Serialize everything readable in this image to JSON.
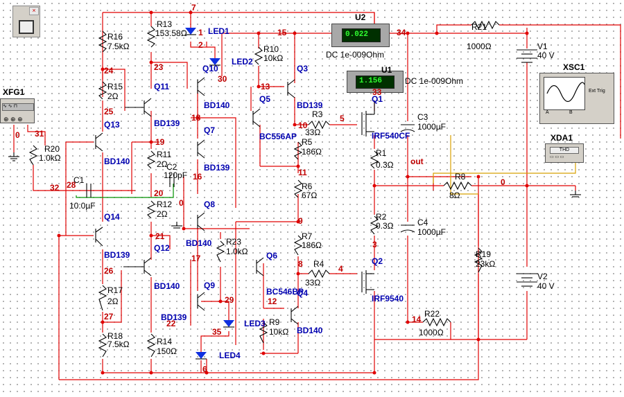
{
  "instruments": {
    "u2_reading": "0.022",
    "u1_reading": "1.156",
    "ext_trig": "Ext Trig",
    "channel_a": "A",
    "channel_b": "B",
    "thd": "THD"
  },
  "labels": [
    {
      "id": "xfg1",
      "text": "XFG1",
      "style": "lbl",
      "bold": true
    },
    {
      "id": "u2",
      "text": "U2",
      "style": "lbl",
      "bold": true
    },
    {
      "id": "u2_dc",
      "text": "DC  1e-009Ohm",
      "style": "lbl"
    },
    {
      "id": "u1",
      "text": "U1",
      "style": "lbl",
      "bold": true
    },
    {
      "id": "u1_dc",
      "text": "DC  1e-009Ohm",
      "style": "lbl"
    },
    {
      "id": "xsc1",
      "text": "XSC1",
      "style": "lbl",
      "bold": true
    },
    {
      "id": "xda1",
      "text": "XDA1",
      "style": "lbl",
      "bold": true
    },
    {
      "id": "r16",
      "text": "R16",
      "style": "lbl"
    },
    {
      "id": "r16v",
      "text": "7.5kΩ",
      "style": "lbl"
    },
    {
      "id": "r15",
      "text": "R15",
      "style": "lbl"
    },
    {
      "id": "r15v",
      "text": "2Ω",
      "style": "lbl"
    },
    {
      "id": "r13",
      "text": "R13",
      "style": "lbl"
    },
    {
      "id": "r13v",
      "text": "153.58Ω",
      "style": "lbl"
    },
    {
      "id": "r10",
      "text": "R10",
      "style": "lbl"
    },
    {
      "id": "r10v",
      "text": "10kΩ",
      "style": "lbl"
    },
    {
      "id": "r21",
      "text": "R21",
      "style": "lbl"
    },
    {
      "id": "r21v",
      "text": "1000Ω",
      "style": "lbl"
    },
    {
      "id": "v1",
      "text": "V1",
      "style": "lbl"
    },
    {
      "id": "v1v",
      "text": "40 V",
      "style": "lbl"
    },
    {
      "id": "r20",
      "text": "R20",
      "style": "lbl"
    },
    {
      "id": "r20v",
      "text": "1.0kΩ",
      "style": "lbl"
    },
    {
      "id": "c1",
      "text": "C1",
      "style": "lbl"
    },
    {
      "id": "c1v",
      "text": "10.0µF",
      "style": "lbl"
    },
    {
      "id": "r11",
      "text": "R11",
      "style": "lbl"
    },
    {
      "id": "r11v",
      "text": "2Ω",
      "style": "lbl"
    },
    {
      "id": "c2",
      "text": "C2",
      "style": "lbl"
    },
    {
      "id": "c2v",
      "text": "120pF",
      "style": "lbl"
    },
    {
      "id": "r12",
      "text": "R12",
      "style": "lbl"
    },
    {
      "id": "r12v",
      "text": "2Ω",
      "style": "lbl"
    },
    {
      "id": "r3",
      "text": "R3",
      "style": "lbl"
    },
    {
      "id": "r3v",
      "text": "33Ω",
      "style": "lbl"
    },
    {
      "id": "r5",
      "text": "R5",
      "style": "lbl"
    },
    {
      "id": "r5v",
      "text": "186Ω",
      "style": "lbl"
    },
    {
      "id": "r6",
      "text": "R6",
      "style": "lbl"
    },
    {
      "id": "r6v",
      "text": "67Ω",
      "style": "lbl"
    },
    {
      "id": "r7",
      "text": "R7",
      "style": "lbl"
    },
    {
      "id": "r7v",
      "text": "186Ω",
      "style": "lbl"
    },
    {
      "id": "r4",
      "text": "R4",
      "style": "lbl"
    },
    {
      "id": "r4v",
      "text": "33Ω",
      "style": "lbl"
    },
    {
      "id": "r1",
      "text": "R1",
      "style": "lbl"
    },
    {
      "id": "r1v",
      "text": "0.3Ω",
      "style": "lbl"
    },
    {
      "id": "r2",
      "text": "R2",
      "style": "lbl"
    },
    {
      "id": "r2v",
      "text": "0.3Ω",
      "style": "lbl"
    },
    {
      "id": "c3",
      "text": "C3",
      "style": "lbl"
    },
    {
      "id": "c3v",
      "text": "1000µF",
      "style": "lbl"
    },
    {
      "id": "c4",
      "text": "C4",
      "style": "lbl"
    },
    {
      "id": "c4v",
      "text": "1000µF",
      "style": "lbl"
    },
    {
      "id": "r8",
      "text": "R8",
      "style": "lbl"
    },
    {
      "id": "r8v",
      "text": "8Ω",
      "style": "lbl"
    },
    {
      "id": "r19",
      "text": "R19",
      "style": "lbl"
    },
    {
      "id": "r19v",
      "text": "23kΩ",
      "style": "lbl"
    },
    {
      "id": "v2",
      "text": "V2",
      "style": "lbl"
    },
    {
      "id": "v2v",
      "text": "40 V",
      "style": "lbl"
    },
    {
      "id": "r22",
      "text": "R22",
      "style": "lbl"
    },
    {
      "id": "r22v",
      "text": "1000Ω",
      "style": "lbl"
    },
    {
      "id": "r23",
      "text": "R23",
      "style": "lbl"
    },
    {
      "id": "r23v",
      "text": "1.0kΩ",
      "style": "lbl"
    },
    {
      "id": "r17",
      "text": "R17",
      "style": "lbl"
    },
    {
      "id": "r17v",
      "text": "2Ω",
      "style": "lbl"
    },
    {
      "id": "r18",
      "text": "R18",
      "style": "lbl"
    },
    {
      "id": "r18v",
      "text": "7.5kΩ",
      "style": "lbl"
    },
    {
      "id": "r14",
      "text": "R14",
      "style": "lbl"
    },
    {
      "id": "r14v",
      "text": "150Ω",
      "style": "lbl"
    },
    {
      "id": "r9",
      "text": "R9",
      "style": "lbl"
    },
    {
      "id": "r9v",
      "text": "10kΩ",
      "style": "lbl"
    },
    {
      "id": "q13",
      "text": "Q13",
      "style": "lblb"
    },
    {
      "id": "q13t",
      "text": "BD140",
      "style": "lblb"
    },
    {
      "id": "q14",
      "text": "Q14",
      "style": "lblb"
    },
    {
      "id": "q14t",
      "text": "BD139",
      "style": "lblb"
    },
    {
      "id": "q11",
      "text": "Q11",
      "style": "lblb"
    },
    {
      "id": "q11t",
      "text": "BD139",
      "style": "lblb"
    },
    {
      "id": "q12",
      "text": "Q12",
      "style": "lblb"
    },
    {
      "id": "q12t",
      "text": "BD140",
      "style": "lblb"
    },
    {
      "id": "q10",
      "text": "Q10",
      "style": "lblb"
    },
    {
      "id": "q10t",
      "text": "BD140",
      "style": "lblb"
    },
    {
      "id": "q7",
      "text": "Q7",
      "style": "lblb"
    },
    {
      "id": "q7t",
      "text": "BD139",
      "style": "lblb"
    },
    {
      "id": "q8",
      "text": "Q8",
      "style": "lblb"
    },
    {
      "id": "q8t",
      "text": "BD140",
      "style": "lblb"
    },
    {
      "id": "q9",
      "text": "Q9",
      "style": "lblb"
    },
    {
      "id": "q9t",
      "text": "BD139",
      "style": "lblb"
    },
    {
      "id": "q3",
      "text": "Q3",
      "style": "lblb"
    },
    {
      "id": "q3t",
      "text": "BD139",
      "style": "lblb"
    },
    {
      "id": "q5",
      "text": "Q5",
      "style": "lblb"
    },
    {
      "id": "q5t",
      "text": "BC556AP",
      "style": "lblb"
    },
    {
      "id": "q6",
      "text": "Q6",
      "style": "lblb"
    },
    {
      "id": "q6t",
      "text": "BC546BP",
      "style": "lblb"
    },
    {
      "id": "q4",
      "text": "Q4",
      "style": "lblb"
    },
    {
      "id": "q4t",
      "text": "BD140",
      "style": "lblb"
    },
    {
      "id": "q1",
      "text": "Q1",
      "style": "lblb"
    },
    {
      "id": "q1t",
      "text": "IRF540CF",
      "style": "lblb"
    },
    {
      "id": "q2",
      "text": "Q2",
      "style": "lblb"
    },
    {
      "id": "q2t",
      "text": "IRF9540",
      "style": "lblb"
    },
    {
      "id": "led1",
      "text": "LED1",
      "style": "lblb"
    },
    {
      "id": "led2",
      "text": "LED2",
      "style": "lblb"
    },
    {
      "id": "led3",
      "text": "LED3",
      "style": "lblb"
    },
    {
      "id": "led4",
      "text": "LED4",
      "style": "lblb"
    },
    {
      "id": "n7",
      "text": "7",
      "style": "net"
    },
    {
      "id": "n15",
      "text": "15",
      "style": "net"
    },
    {
      "id": "n34",
      "text": "34",
      "style": "net"
    },
    {
      "id": "n2",
      "text": "2",
      "style": "net"
    },
    {
      "id": "n1",
      "text": "1",
      "style": "net"
    },
    {
      "id": "n24",
      "text": "24",
      "style": "net"
    },
    {
      "id": "n23",
      "text": "23",
      "style": "net"
    },
    {
      "id": "n30",
      "text": "30",
      "style": "net"
    },
    {
      "id": "n13",
      "text": "13",
      "style": "net"
    },
    {
      "id": "n33",
      "text": "33",
      "style": "net"
    },
    {
      "id": "n25",
      "text": "25",
      "style": "net"
    },
    {
      "id": "n18",
      "text": "18",
      "style": "net"
    },
    {
      "id": "n10",
      "text": "10",
      "style": "net"
    },
    {
      "id": "n5",
      "text": "5",
      "style": "net"
    },
    {
      "id": "n31",
      "text": "31",
      "style": "net"
    },
    {
      "id": "n0a",
      "text": "0",
      "style": "net"
    },
    {
      "id": "n19",
      "text": "19",
      "style": "net"
    },
    {
      "id": "n16",
      "text": "16",
      "style": "net"
    },
    {
      "id": "n11",
      "text": "11",
      "style": "net"
    },
    {
      "id": "nout",
      "text": "out",
      "style": "net"
    },
    {
      "id": "n32",
      "text": "32",
      "style": "net"
    },
    {
      "id": "n28",
      "text": "28",
      "style": "net"
    },
    {
      "id": "n20",
      "text": "20",
      "style": "net"
    },
    {
      "id": "n0b",
      "text": "0",
      "style": "net"
    },
    {
      "id": "n0c",
      "text": "0",
      "style": "net"
    },
    {
      "id": "n9",
      "text": "9",
      "style": "net"
    },
    {
      "id": "n21",
      "text": "21",
      "style": "net"
    },
    {
      "id": "n3",
      "text": "3",
      "style": "net"
    },
    {
      "id": "n17",
      "text": "17",
      "style": "net"
    },
    {
      "id": "n26",
      "text": "26",
      "style": "net"
    },
    {
      "id": "n8",
      "text": "8",
      "style": "net"
    },
    {
      "id": "n4",
      "text": "4",
      "style": "net"
    },
    {
      "id": "n29",
      "text": "29",
      "style": "net"
    },
    {
      "id": "n12",
      "text": "12",
      "style": "net"
    },
    {
      "id": "n27",
      "text": "27",
      "style": "net"
    },
    {
      "id": "n22",
      "text": "22",
      "style": "net"
    },
    {
      "id": "n14",
      "text": "14",
      "style": "net"
    },
    {
      "id": "n35",
      "text": "35",
      "style": "net"
    },
    {
      "id": "n6",
      "text": "6",
      "style": "net"
    }
  ]
}
